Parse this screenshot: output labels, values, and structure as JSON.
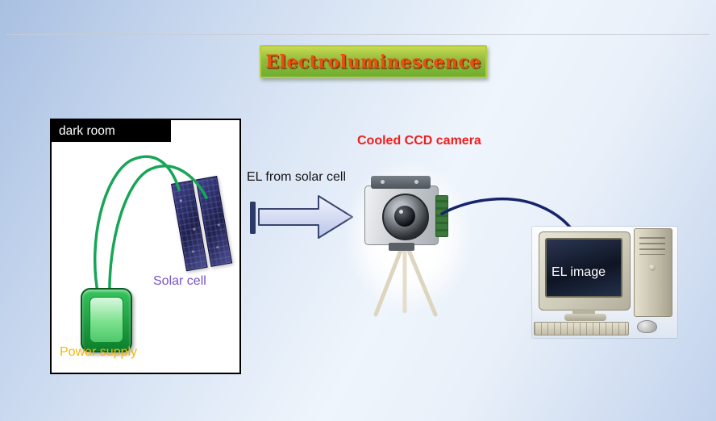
{
  "title_banner": {
    "text": "Electroluminescence"
  },
  "dark_room": {
    "header": "dark room",
    "solar_cell": "Solar cell",
    "power_supply": "Power supply"
  },
  "labels": {
    "el_from_solar_cell": "EL from solar cell",
    "cooled_ccd_camera": "Cooled CCD camera",
    "el_image": "EL image"
  },
  "colors": {
    "title_text": "#e8500e",
    "banner_green": "#8fbc3e",
    "solar_cell_label": "#7a52c8",
    "power_supply_label": "#f2b705",
    "camera_label": "#f21d1d",
    "wire_green": "#17a657",
    "cable_navy": "#16246a",
    "arrow_fill": "#ccd4f0",
    "arrow_outline": "#39456f"
  }
}
